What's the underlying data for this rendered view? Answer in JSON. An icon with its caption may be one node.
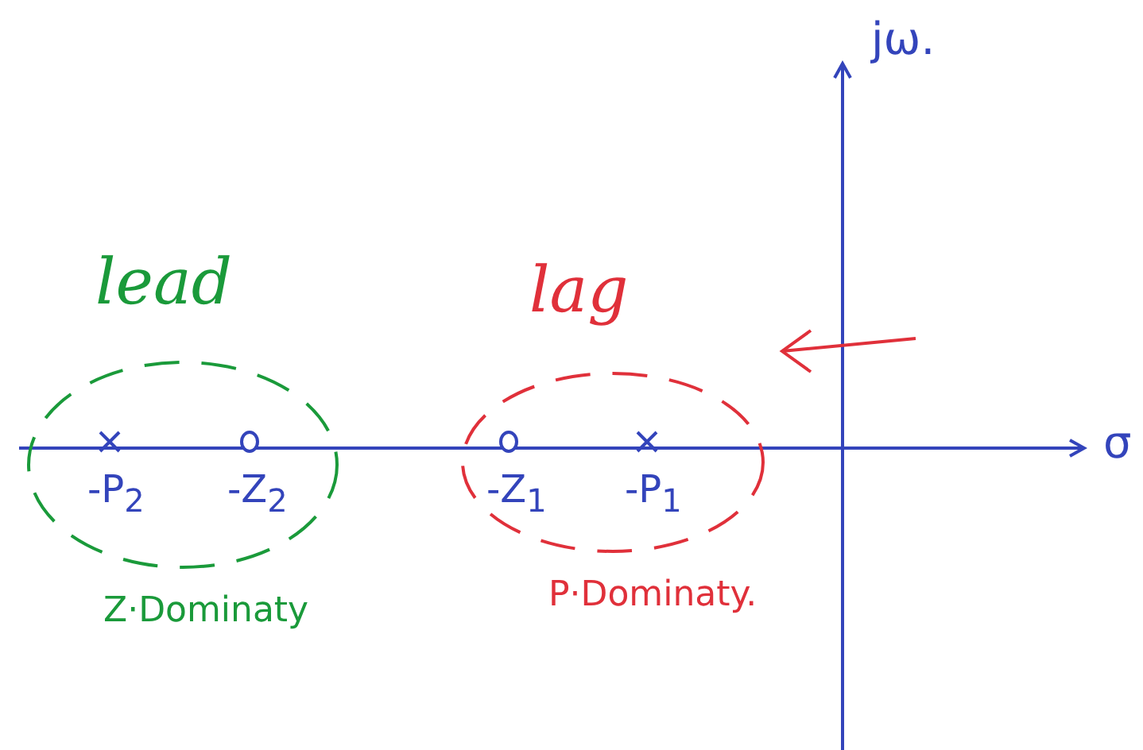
{
  "diagram": {
    "nodes": [
      {
        "text": [
          "lead"
        ],
        "beside": [
          "Z·Dominaty"
        ]
      },
      {
        "text": [
          "-P$_{2}$"
        ],
        "in": 0
      },
      {
        "text": [
          "-Z$_{2}$"
        ],
        "in": 0
      },
      {
        "text": [
          "lag"
        ],
        "beside": [
          "P·Dominaty."
        ]
      },
      {
        "text": [
          "-Z$_{1}$"
        ],
        "in": 3
      },
      {
        "text": [
          "-P$_{1}$"
        ],
        "in": 3
      }
    ],
    "labels": [
      "jω.",
      "σ"
    ]
  }
}
